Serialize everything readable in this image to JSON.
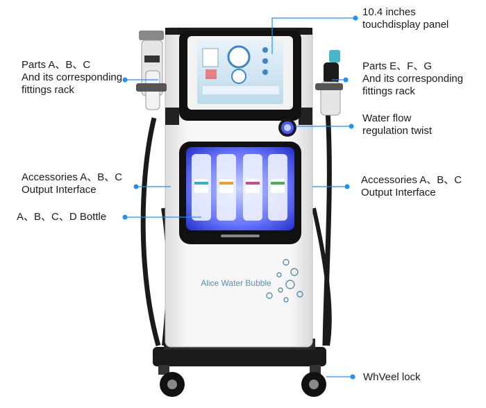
{
  "labels": {
    "display": {
      "line1": "10.4 inches",
      "line2": "touchdisplay panel"
    },
    "parts_abc": {
      "line1": "Parts A、B、C",
      "line2": "And its corresponding",
      "line3": "fittings rack"
    },
    "parts_efg": {
      "line1": "Parts E、F、G",
      "line2": "And its corresponding",
      "line3": "fittings rack"
    },
    "water_flow": {
      "line1": "Water flow",
      "line2": "regulation twist"
    },
    "accessories_left": {
      "line1": "Accessories A、B、C",
      "line2": "Output Interface"
    },
    "accessories_right": {
      "line1": "Accessories A、B、C",
      "line2": "Output Interface"
    },
    "bottles": {
      "line1": "A、B、C、D Bottle"
    },
    "wheel_lock": {
      "line1": "WhVeel lock"
    }
  },
  "machine": {
    "brand_text": "Alice Water Bubble"
  },
  "colors": {
    "callout_line": "#1e90ff",
    "callout_dot": "#1e90ff",
    "body": "#f4f4f4",
    "frame": "#111111",
    "screen": "#cfe6f2",
    "bottle_glow": "#4a5cff",
    "accent_text": "#5a8fb0"
  }
}
